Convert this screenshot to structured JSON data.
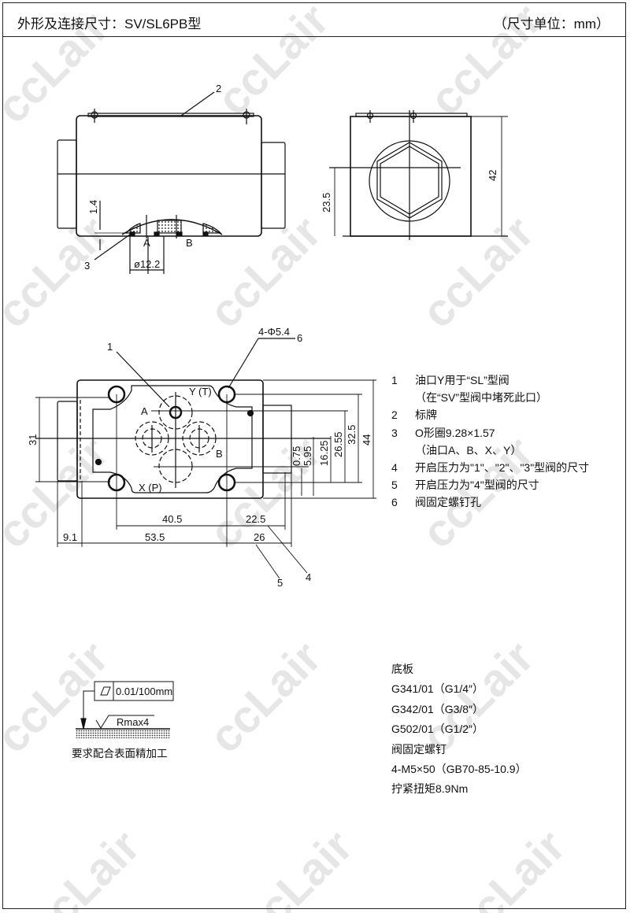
{
  "header": {
    "title": "外形及连接尺寸：SV/SL6PB型",
    "unit": "（尺寸单位：mm）"
  },
  "watermark": "ccLair",
  "side_view": {
    "callout_2": "2",
    "callout_3": "3",
    "port_a": "A",
    "port_b": "B",
    "dim_1_4": "1.4",
    "dim_d12_2": "ø12.2"
  },
  "front_view": {
    "dim_23_5": "23.5",
    "dim_42": "42"
  },
  "bottom_view": {
    "callout_1": "1",
    "callout_6": "6",
    "holes": "4-Φ5.4",
    "callout_4": "4",
    "callout_5": "5",
    "port_y": "Y (T)",
    "port_a": "A",
    "port_b": "B",
    "port_x": "X (P)",
    "dims": {
      "d31": "31",
      "d44": "44",
      "d32_5": "32.5",
      "d26_55": "26.55",
      "d16_25": "16.25",
      "d5_95": "5.95",
      "d0_75": "0.75",
      "d40_5": "40.5",
      "d22_5": "22.5",
      "d9_1": "9.1",
      "d53_5": "53.5",
      "d26": "26"
    }
  },
  "notes": [
    {
      "num": "1",
      "text": "油口Y用于“SL”型阀"
    },
    {
      "num": "",
      "text": "（在“SV”型阀中堵死此口）"
    },
    {
      "num": "2",
      "text": "标牌"
    },
    {
      "num": "3",
      "text": "O形圈9.28×1.57"
    },
    {
      "num": "",
      "text": "（油口A、B、X、Y）"
    },
    {
      "num": "4",
      "text": "开启压力为\"1\"、\"2\"、\"3\"型阀的尺寸"
    },
    {
      "num": "5",
      "text": "开启压力为\"4\"型阀的尺寸"
    },
    {
      "num": "6",
      "text": "阀固定螺钉孔"
    }
  ],
  "surface": {
    "flatness": "0.01/100mm",
    "roughness": "Rmax4",
    "caption": "要求配合表面精加工"
  },
  "subplate": [
    "底板",
    "G341/01（G1/4″）",
    "G342/01（G3/8″）",
    "G502/01（G1/2″）",
    "阀固定螺钉",
    "4-M5×50（GB70-85-10.9）",
    "拧紧扭矩8.9Nm"
  ]
}
